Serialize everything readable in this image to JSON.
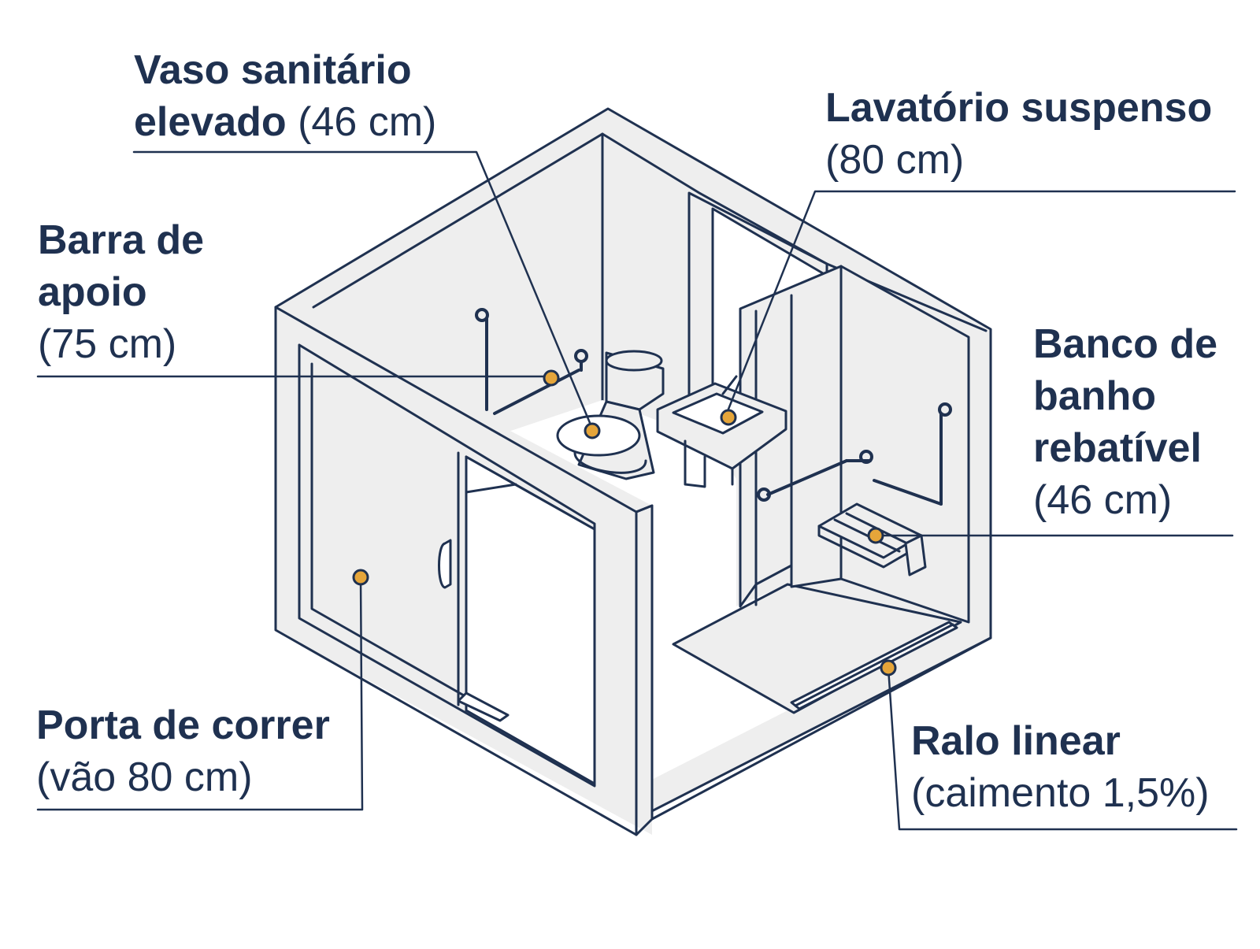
{
  "colors": {
    "ink": "#1f3150",
    "wall_fill": "#eeeeee",
    "floor_fill": "#ffffff",
    "marker": "#e5a53a"
  },
  "labels": {
    "vaso": {
      "line1": "Vaso sanitário",
      "line2_bold": "elevado",
      "line2_normal": "(46 cm)"
    },
    "lavatorio": {
      "line1": "Lavatório suspenso",
      "line2": "(80 cm)"
    },
    "barra": {
      "line1": "Barra de",
      "line2": "apoio",
      "line3": "(75 cm)"
    },
    "banco": {
      "line1": "Banco de",
      "line2": "banho",
      "line3": "rebatível",
      "line4": "(46 cm)"
    },
    "porta": {
      "line1": "Porta de correr",
      "line2": "(vão 80 cm)"
    },
    "ralo": {
      "line1": "Ralo linear",
      "line2": "(caimento 1,5%)"
    }
  }
}
